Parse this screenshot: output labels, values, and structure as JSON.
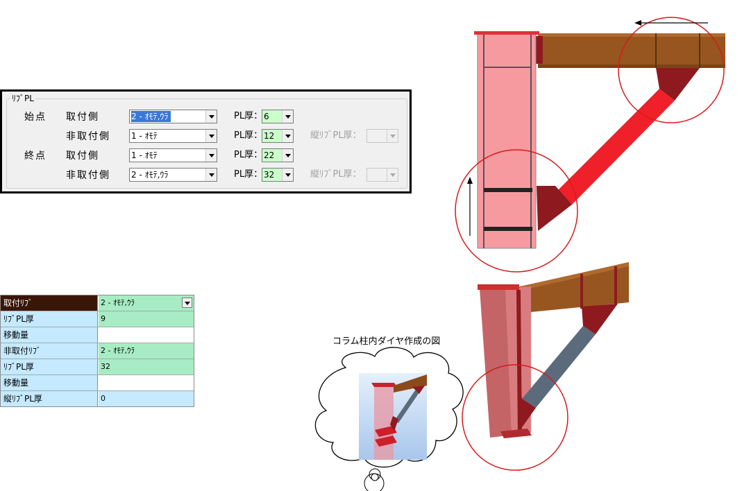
{
  "dialog": {
    "group_title": "ﾘﾌﾞPL",
    "start_label": "始点",
    "end_label": "終点",
    "attach_side_label": "取付側",
    "non_attach_side_label": "非取付側",
    "pl_thickness_label": "PL厚：",
    "vertical_rib_label": "縦ﾘﾌﾞPL厚：",
    "start_attach_value": "2 - ｵﾓﾃ,ｳﾗ",
    "start_attach_pl": "6",
    "start_non_attach_value": "1 - ｵﾓﾃ",
    "start_non_attach_pl": "12",
    "end_attach_value": "1 - ｵﾓﾃ",
    "end_attach_pl": "22",
    "end_non_attach_value": "2 - ｵﾓﾃ,ｳﾗ",
    "end_non_attach_pl": "32"
  },
  "grid": {
    "rows": [
      {
        "name": "取付ﾘﾌﾞ",
        "value": "2 - ｵﾓﾃ,ｳﾗ"
      },
      {
        "name": "ﾘﾌﾞPL厚",
        "value": "9"
      },
      {
        "name": "移動量",
        "value": ""
      },
      {
        "name": "非取付ﾘﾌﾞ",
        "value": "2 - ｵﾓﾃ,ｳﾗ"
      },
      {
        "name": "ﾘﾌﾞPL厚",
        "value": "32"
      },
      {
        "name": "移動量",
        "value": ""
      },
      {
        "name": "縦ﾘﾌﾞPL厚",
        "value": "0"
      }
    ]
  },
  "thought": {
    "title": "コラム柱内ダイヤ作成の図"
  },
  "colors": {
    "column_pink": "#f79aa0",
    "beam_brown": "#97561f",
    "brace_red": "#f0202a",
    "gusset_darkred": "#8e1a1f",
    "brace_grey": "#5b6b7b",
    "circle_red": "#d51a1a",
    "grid_header": "#3a1608",
    "grid_green": "#a7ecc4",
    "grid_blue": "#c5eaff"
  }
}
